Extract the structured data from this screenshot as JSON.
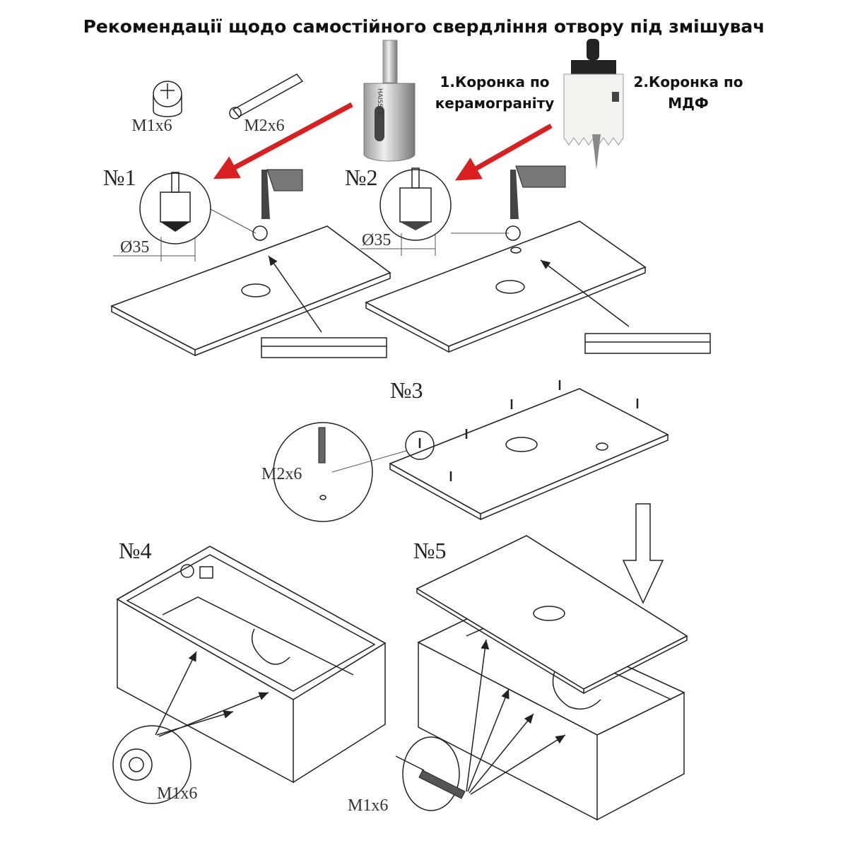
{
  "title": "Рекомендації щодо самостійного свердління отвору під змішувач",
  "parts": {
    "m1": "M1x6",
    "m2": "M2x6"
  },
  "bits": [
    {
      "line1": "1.Коронка по",
      "line2": "керамограніту",
      "brand": "HAISSER"
    },
    {
      "line1": "2.Коронка по",
      "line2": "МДФ"
    }
  ],
  "steps": {
    "s1": {
      "label": "№1",
      "diameter": "Ø35"
    },
    "s2": {
      "label": "№2",
      "diameter": "Ø35"
    },
    "s3": {
      "label": "№3",
      "part": "M2x6"
    },
    "s4": {
      "label": "№4",
      "part": "M1x6"
    },
    "s5": {
      "label": "№5",
      "part": "M1x6"
    }
  },
  "colors": {
    "arrow": "#d91f1f"
  }
}
